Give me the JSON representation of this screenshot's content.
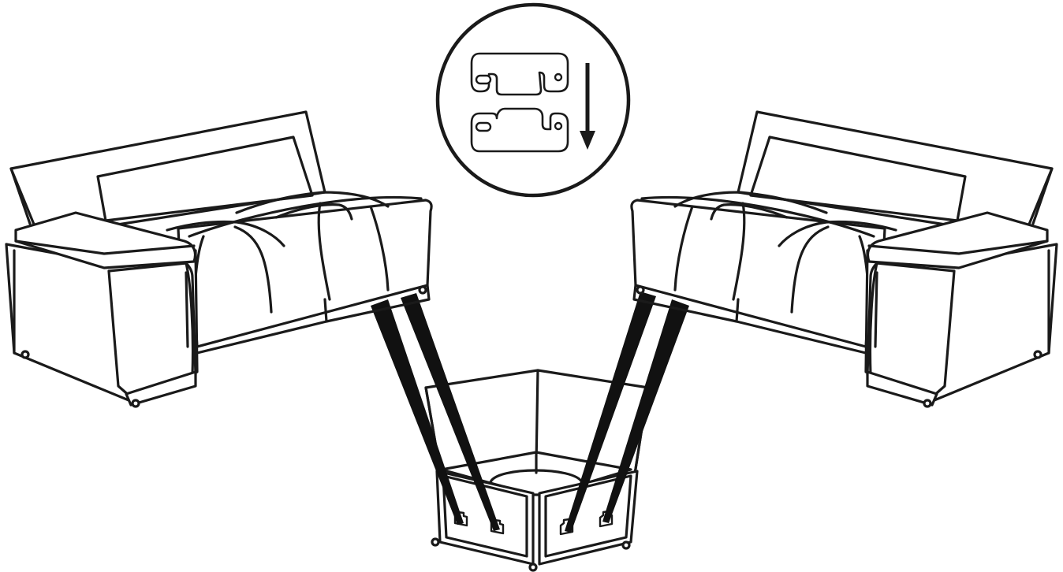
{
  "diagram": {
    "kind": "assembly-instruction",
    "colors": {
      "line": "#1a1a1a",
      "fill": "#ffffff",
      "beam": "#111111"
    },
    "icons": [
      "bracket-connector-icon",
      "arrow-down-icon"
    ],
    "components": [
      {
        "name": "left-sofa-section"
      },
      {
        "name": "corner-wedge-section"
      },
      {
        "name": "right-sofa-section"
      }
    ]
  }
}
